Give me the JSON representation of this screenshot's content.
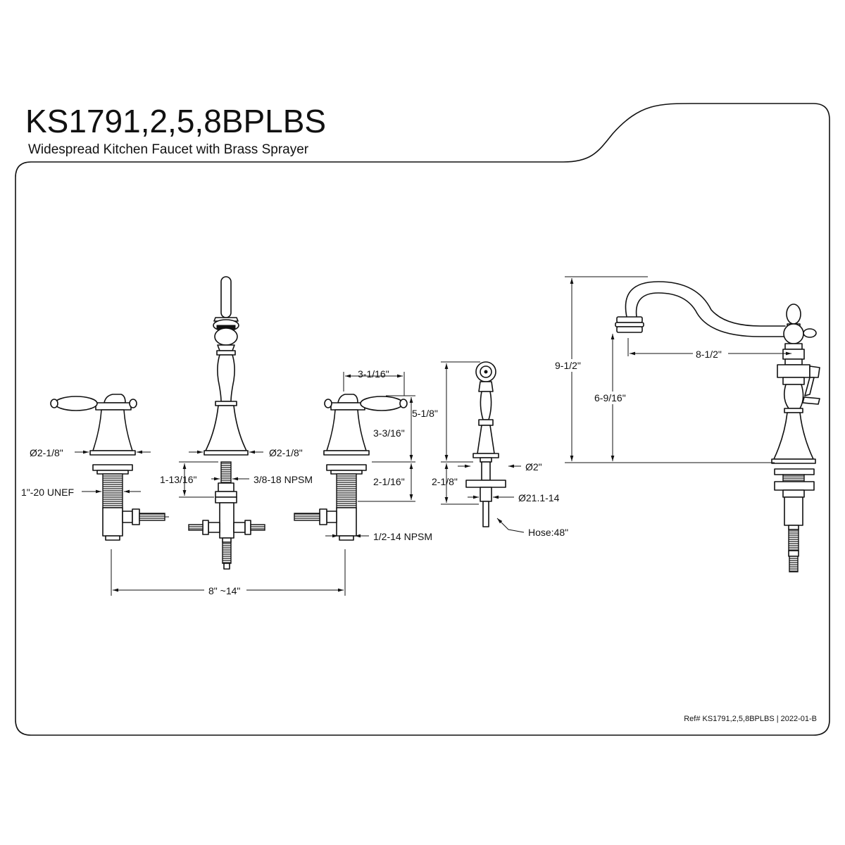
{
  "header": {
    "model": "KS1791,2,5,8BPLBS",
    "subtitle": "Widespread Kitchen Faucet with Brass Sprayer"
  },
  "footer": {
    "reference": "Ref# KS1791,2,5,8BPLBS | 2022-01-B"
  },
  "dimensions": {
    "handle_diameter_left": "Ø2-1/8\"",
    "shank_thread": "1\"-20 UNEF",
    "spout_base_diameter": "Ø2-1/8\"",
    "spout_shank_length": "1-13/16\"",
    "spout_thread": "3/8-18 NPSM",
    "handle_width": "3-1/16\"",
    "handle_height": "3-3/16\"",
    "handle_shank_length": "2-1/16\"",
    "supply_thread": "1/2-14 NPSM",
    "spread": "8\" ~14\"",
    "sprayer_height": "5-1/8\"",
    "sprayer_shank_length": "2-1/8\"",
    "sprayer_base_diameter": "Ø2\"",
    "sprayer_thread": "Ø21.1-14",
    "hose_length": "Hose:48\"",
    "overall_height": "9-1/2\"",
    "spout_clearance": "6-9/16\"",
    "spout_reach": "8-1/2\""
  }
}
